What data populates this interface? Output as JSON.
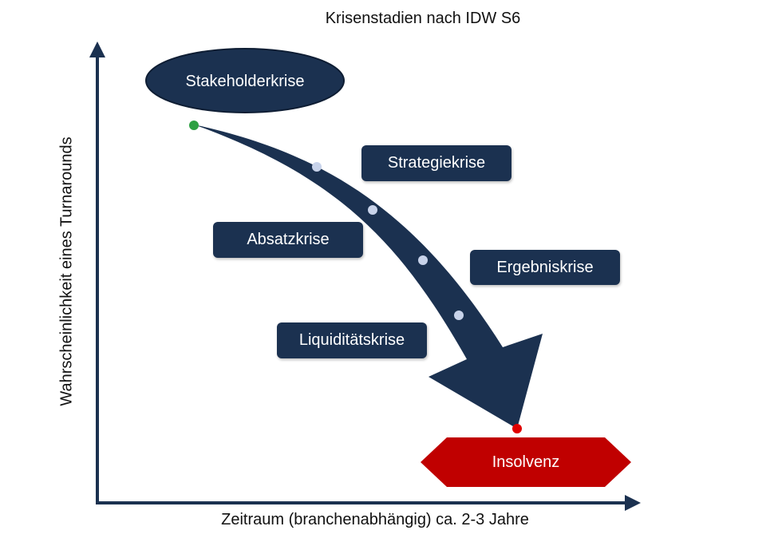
{
  "title": "Krisenstadien nach IDW S6",
  "x_axis_label": "Zeitraum (branchenabhängig) ca. 2-3 Jahre",
  "y_axis_label": "Wahrscheinlichkeit eines Turnarounds",
  "start_node": {
    "label": "Stakeholderkrise"
  },
  "stages": [
    {
      "label": "Strategiekrise"
    },
    {
      "label": "Absatzkrise"
    },
    {
      "label": "Ergebniskrise"
    },
    {
      "label": "Liquiditätskrise"
    }
  ],
  "end_node": {
    "label": "Insolvenz"
  },
  "colors": {
    "navy": "#1b3150",
    "red": "#c00000",
    "start_dot": "#2ea043",
    "end_dot": "#e00000",
    "marker_dot": "#c8d3ea"
  }
}
